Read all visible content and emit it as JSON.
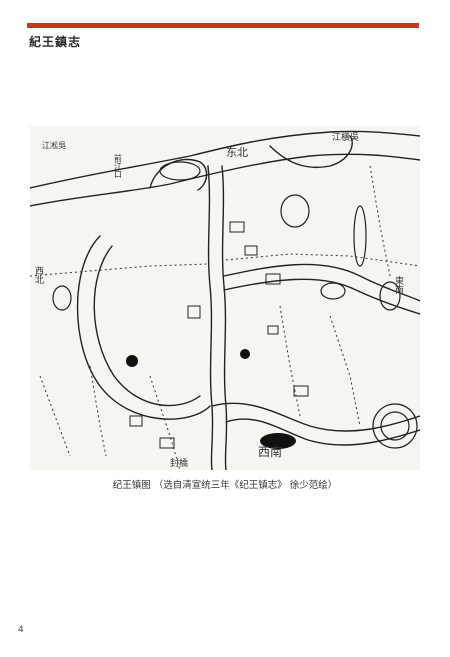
{
  "header": {
    "title": "紀王鎮志",
    "accent_color": "#c8351f"
  },
  "figure": {
    "caption": "纪王镇图 （选自清宣统三年《纪王镇志》 徐少范绘）",
    "labels": {
      "north_east": "东北",
      "east_south": "東南",
      "west_north": "西北",
      "west_south": "西南",
      "river_right": "江橫吳",
      "river_left": "江凇吳",
      "qiankou": "前江口",
      "fengpai": "封橋"
    }
  },
  "page": {
    "number": "4"
  }
}
